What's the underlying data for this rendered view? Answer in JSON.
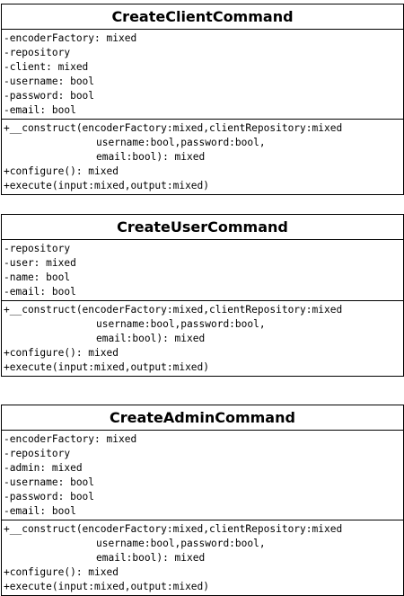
{
  "classes": [
    {
      "name": "CreateClientCommand",
      "attributes": [
        "-encoderFactory: mixed",
        "-repository",
        "-client: mixed",
        "-username: bool",
        "-password: bool",
        "-email: bool"
      ],
      "methods": [
        "+__construct(encoderFactory:mixed,clientRepository:mixed",
        "username:bool,password:bool,",
        "email:bool): mixed",
        "+configure(): mixed",
        "+execute(input:mixed,output:mixed)"
      ]
    },
    {
      "name": "CreateUserCommand",
      "attributes": [
        "-repository",
        "-user: mixed",
        "-name: bool",
        "-email: bool"
      ],
      "methods": [
        "+__construct(encoderFactory:mixed,clientRepository:mixed",
        "username:bool,password:bool,",
        "email:bool): mixed",
        "+configure(): mixed",
        "+execute(input:mixed,output:mixed)"
      ]
    },
    {
      "name": "CreateAdminCommand",
      "attributes": [
        "-encoderFactory: mixed",
        "-repository",
        "-admin: mixed",
        "-username: bool",
        "-password: bool",
        "-email: bool"
      ],
      "methods": [
        "+__construct(encoderFactory:mixed,clientRepository:mixed",
        "username:bool,password:bool,",
        "email:bool): mixed",
        "+configure(): mixed",
        "+execute(input:mixed,output:mixed)"
      ]
    }
  ]
}
